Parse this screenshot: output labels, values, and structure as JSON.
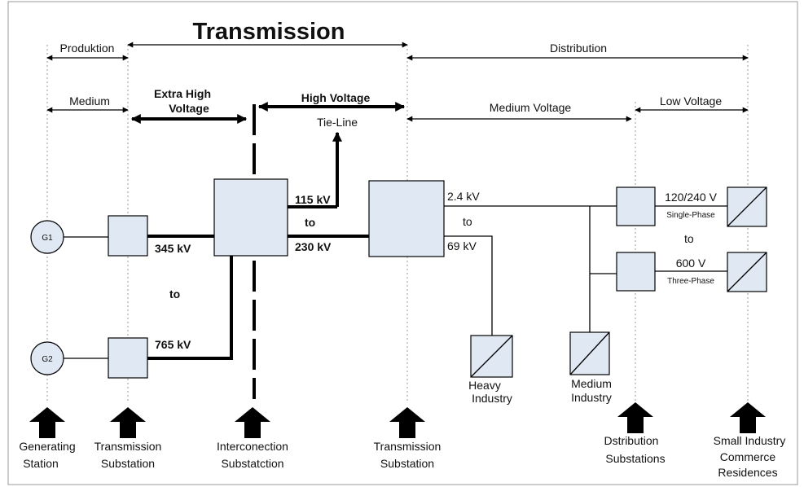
{
  "title": "Transmission",
  "headings": {
    "produktion": "Produktion",
    "distribution": "Distribution",
    "medium": "Medium",
    "extra_high_voltage_1": "Extra High",
    "extra_high_voltage_2": "Voltage",
    "high_voltage": "High Voltage",
    "medium_voltage": "Medium Voltage",
    "low_voltage": "Low Voltage"
  },
  "generators": {
    "g1": "G1",
    "g2": "G2"
  },
  "voltages": {
    "kv345": "345 kV",
    "to_left": "to",
    "kv765": "765 kV",
    "kv115": "115 kV",
    "to_mid": "to",
    "kv230": "230 kV",
    "tie_line": "Tie-Line",
    "kv2_4": "2.4 kV",
    "to_right": "to",
    "kv69": "69 kV",
    "v120_240": "120/240 V",
    "single_phase": "Single-Phase",
    "to_low": "to",
    "v600": "600 V",
    "three_phase": "Three-Phase"
  },
  "loads": {
    "heavy_1": "Heavy",
    "heavy_2": "Industry",
    "medium_1": "Medium",
    "medium_2": "Industry"
  },
  "footer": {
    "generating_1": "Generating",
    "generating_2": "Station",
    "trans_sub_1": "Transmission",
    "trans_sub_2": "Substation",
    "intercon_1": "Interconection",
    "intercon_2": "Substatction",
    "trans_sub2_1": "Transmission",
    "trans_sub2_2": "Substation",
    "dist_1": "Dstribution",
    "dist_2": "Substations",
    "small_1": "Small Industry",
    "small_2": "Commerce",
    "small_3": "Residences"
  },
  "colors": {
    "equipment_fill": "#dfe8f3",
    "line": "#000000",
    "guide": "#9a9a9a"
  }
}
